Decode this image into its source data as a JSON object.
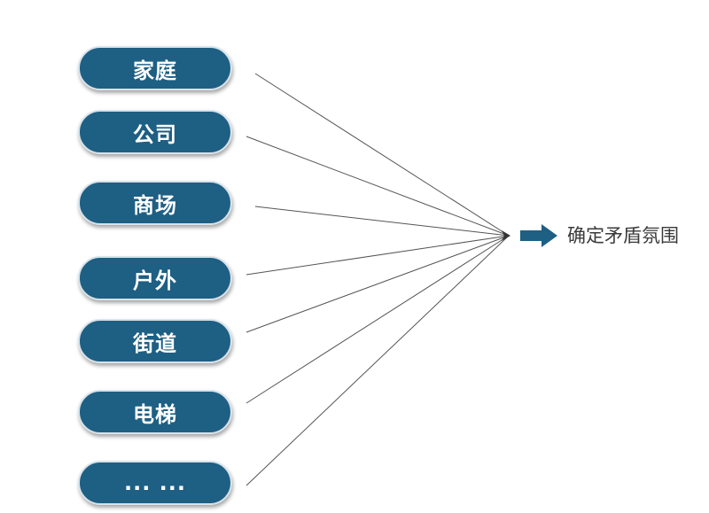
{
  "sources": [
    {
      "label": "家庭"
    },
    {
      "label": "公司"
    },
    {
      "label": "商场"
    },
    {
      "label": "户外"
    },
    {
      "label": "街道"
    },
    {
      "label": "电梯"
    },
    {
      "label": "... ..."
    }
  ],
  "result": {
    "label": "确定矛盾氛围"
  },
  "colors": {
    "pill_fill": "#1e5f84",
    "pill_border": "#d9e3ea",
    "line": "#555555",
    "arrow": "#1e5f84",
    "result_text": "#3a3a3a"
  }
}
